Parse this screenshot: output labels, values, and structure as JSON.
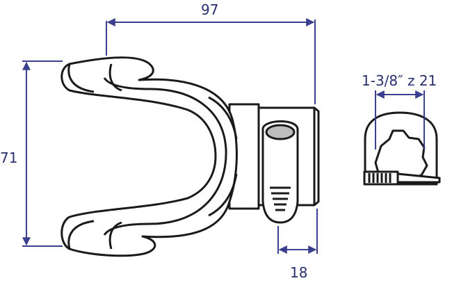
{
  "dimensions": {
    "length": "97",
    "height": "71",
    "bolt_offset": "18",
    "spline": "1-3/8″ z 21"
  },
  "colors": {
    "dimension_line": "#3a3f8f",
    "outline": "#1a1a1a",
    "background": "#ffffff"
  }
}
